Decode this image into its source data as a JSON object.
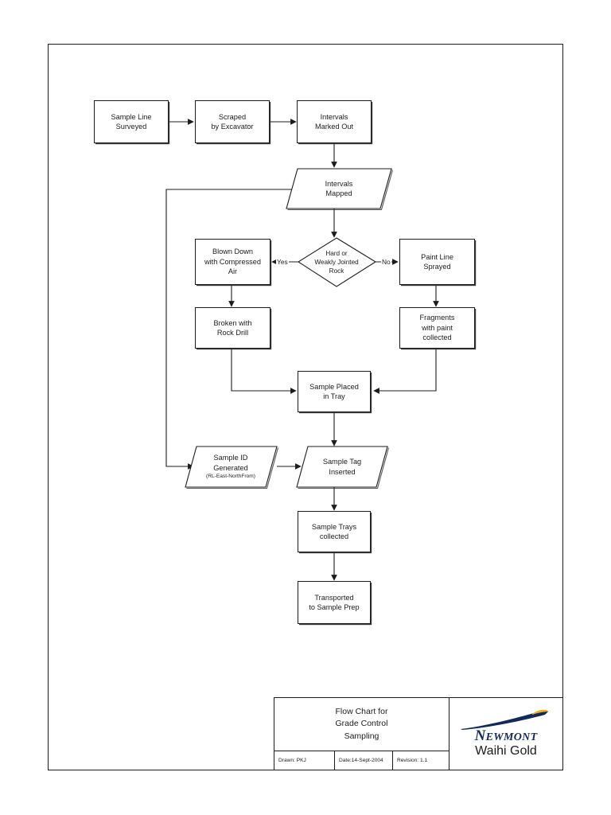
{
  "document": {
    "title": "Flow Chart for\nGrade Control\nSampling"
  },
  "flowchart": {
    "nodes": [
      {
        "id": "sample-line-surveyed",
        "type": "process",
        "label": "Sample Line\nSurveyed"
      },
      {
        "id": "scraped-by-excavator",
        "type": "process",
        "label": "Scraped\nby Excavator"
      },
      {
        "id": "intervals-marked-out",
        "type": "process",
        "label": "Intervals\nMarked Out"
      },
      {
        "id": "intervals-mapped",
        "type": "data",
        "label": "Intervals\nMapped"
      },
      {
        "id": "hard-or-weakly-jointed-rock",
        "type": "decision",
        "label": "Hard or\nWeakly Jointed\nRock"
      },
      {
        "id": "blown-down-with-compressed-air",
        "type": "process",
        "label": "Blown Down\nwith Compressed\nAir"
      },
      {
        "id": "paint-line-sprayed",
        "type": "process",
        "label": "Paint Line\nSprayed"
      },
      {
        "id": "broken-with-rock-drill",
        "type": "process",
        "label": "Broken with\nRock Drill"
      },
      {
        "id": "fragments-with-paint-collected",
        "type": "process",
        "label": "Fragments\nwith paint\ncollected"
      },
      {
        "id": "sample-placed-in-tray",
        "type": "process",
        "label": "Sample Placed\nin Tray"
      },
      {
        "id": "sample-id-generated",
        "type": "data",
        "label": "Sample ID\nGenerated",
        "sublabel": "(RL-East-NorthFrom)"
      },
      {
        "id": "sample-tag-inserted",
        "type": "data",
        "label": "Sample Tag\nInserted"
      },
      {
        "id": "sample-trays-collected",
        "type": "process",
        "label": "Sample Trays\ncollected"
      },
      {
        "id": "transported-to-sample-prep",
        "type": "process",
        "label": "Transported\nto Sample Prep"
      }
    ],
    "edge_labels": {
      "yes": "Yes",
      "no": "No"
    }
  },
  "title_block": {
    "drawn": "Drawn: PKJ",
    "date": "Date:14-Sept-2004",
    "revision": "Revision: 1.1",
    "logo": {
      "brand_new": "N",
      "brand_rest": "EWMONT",
      "sub": "Waihi Gold",
      "navy": "#122a57",
      "gold": "#e8b21e"
    }
  }
}
